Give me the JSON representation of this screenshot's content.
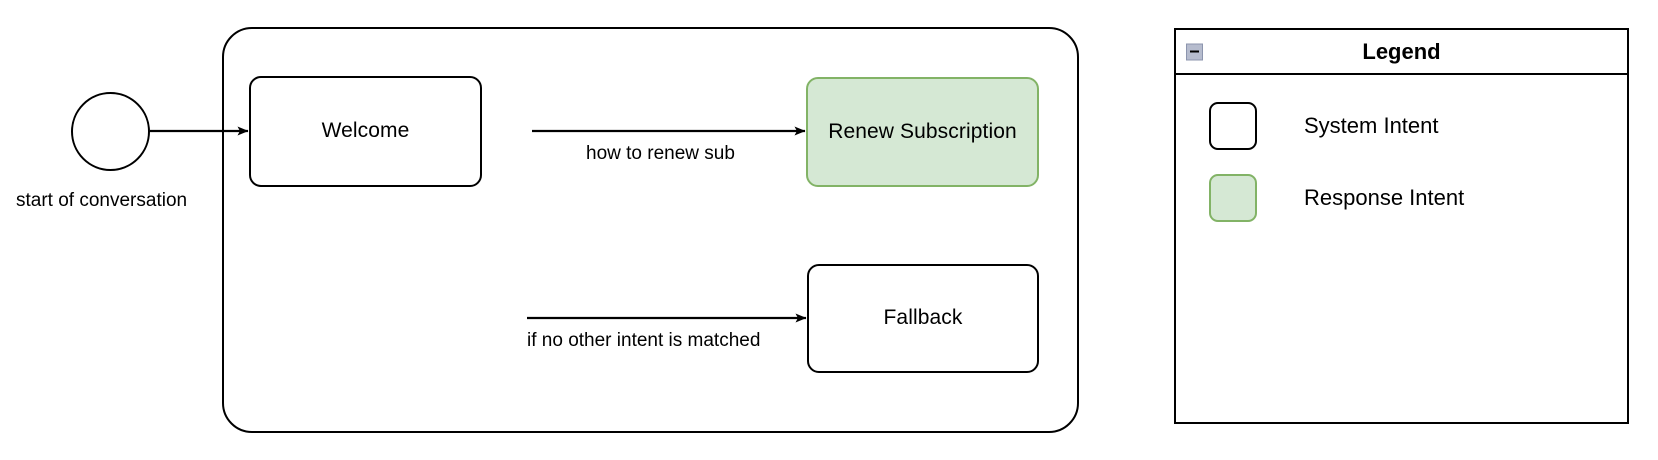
{
  "diagram": {
    "type": "flowchart",
    "start_node": {
      "shape": "circle",
      "caption": "start of conversation"
    },
    "group": {
      "label": ""
    },
    "nodes": [
      {
        "id": "welcome",
        "label": "Welcome",
        "kind": "system-intent"
      },
      {
        "id": "renew",
        "label": "Renew Subscription",
        "kind": "response-intent"
      },
      {
        "id": "fallback",
        "label": "Fallback",
        "kind": "system-intent"
      }
    ],
    "edges": [
      {
        "from": "start",
        "to": "welcome",
        "label": ""
      },
      {
        "from": "welcome",
        "to": "renew",
        "label": "how to renew sub"
      },
      {
        "from": "welcome",
        "to": "fallback",
        "label": "if no other intent is matched"
      }
    ]
  },
  "legend": {
    "title": "Legend",
    "collapse_icon": "minimize-icon",
    "items": [
      {
        "label": "System Intent",
        "swatch": "white-rounded-square"
      },
      {
        "label": "Response Intent",
        "swatch": "green-rounded-square"
      }
    ]
  },
  "colors": {
    "stroke": "#000000",
    "response_fill": "#d5e8d4",
    "response_stroke": "#82b366",
    "system_fill": "#ffffff",
    "canvas": "#ffffff",
    "collapse_button": "#b6bcce"
  }
}
